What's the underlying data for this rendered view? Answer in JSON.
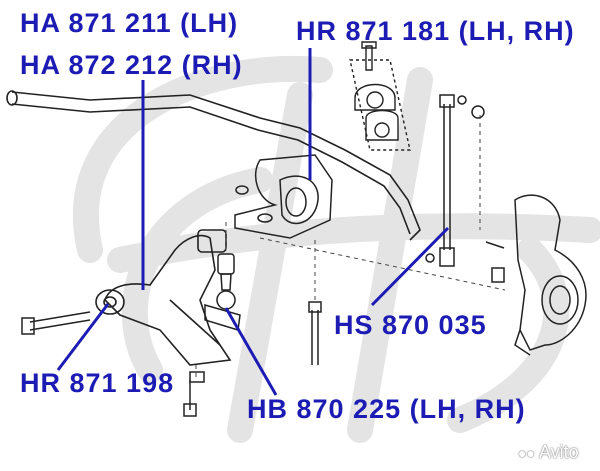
{
  "colors": {
    "label": "#1c1cb4",
    "leader": "#1c1cb4",
    "watermark_logo": "#e3e3e3",
    "line_art": "#222222"
  },
  "labels": {
    "control_arm_lh": "HA 871 211 (LH)",
    "control_arm_rh": "HA 872 212 (RH)",
    "stabilizer_bushing": "HR 871 181 (LH, RH)",
    "stabilizer_link": "HS 870 035",
    "arm_bushing": "HR 871 198",
    "ball_joint": "HB 870 225 (LH, RH)"
  },
  "watermark": {
    "brand": "Avito"
  }
}
